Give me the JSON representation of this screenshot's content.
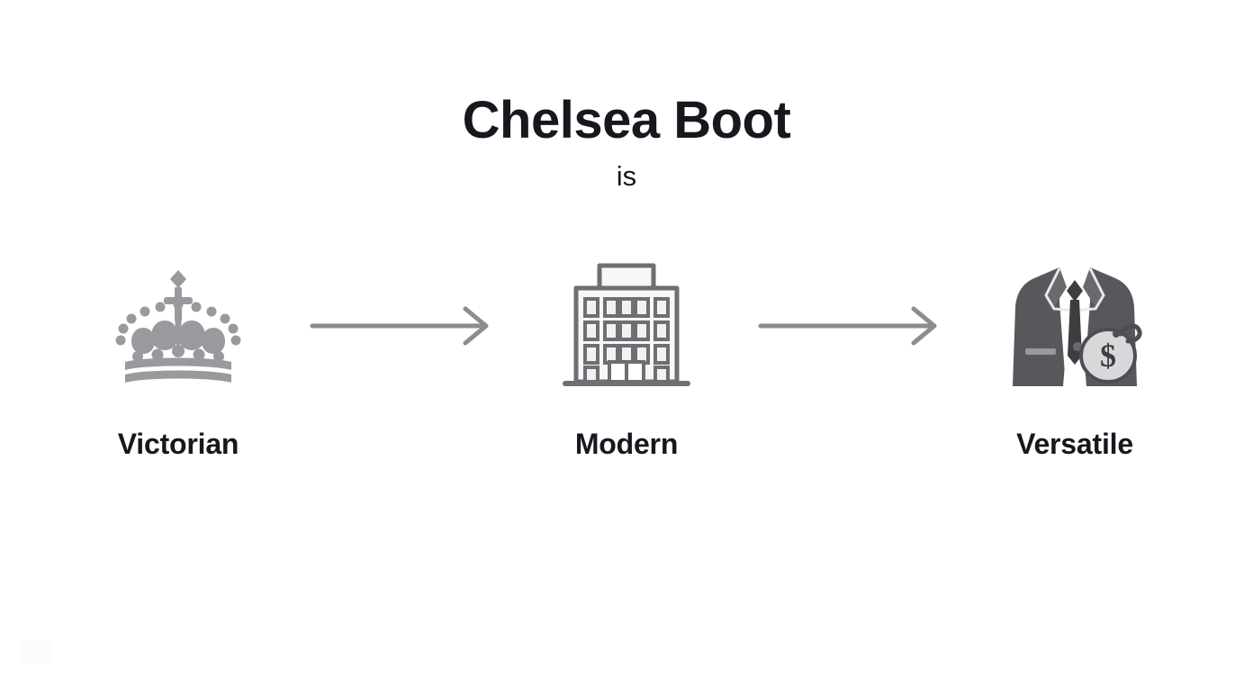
{
  "slide": {
    "background_color": "#ffffff",
    "heading": {
      "title": "Chelsea Boot",
      "subtitle": "is",
      "title_color": "#16181d",
      "subtitle_color": "#16181d"
    },
    "flow": {
      "arrow_color": "#8c8c90",
      "steps": [
        {
          "label": "Victorian",
          "icon": "crown-icon",
          "icon_color": "#9a9a9e"
        },
        {
          "label": "Modern",
          "icon": "office-building-icon",
          "icon_color": "#6e6e73"
        },
        {
          "label": "Versatile",
          "icon": "business-suit-money-bag-icon",
          "icon_color": "#58585c"
        }
      ],
      "arrows": [
        {
          "name": "arrow-victorian-to-modern"
        },
        {
          "name": "arrow-modern-to-versatile"
        }
      ]
    }
  }
}
